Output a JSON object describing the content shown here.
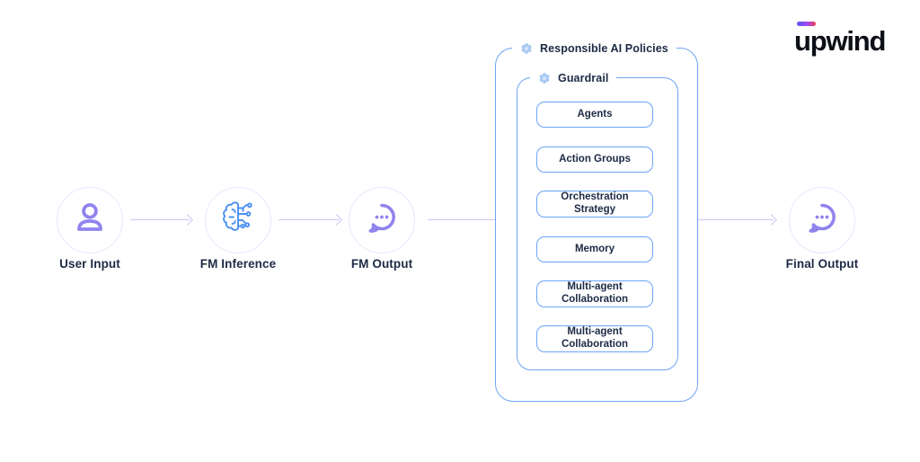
{
  "logo": {
    "text": "upwind",
    "text_color": "#0e1018",
    "accent_gradient": [
      "#5654f0",
      "#a14bf2",
      "#ef3c55"
    ]
  },
  "flow": {
    "nodes": [
      {
        "id": "user-input",
        "label": "User Input",
        "icon": "user-icon"
      },
      {
        "id": "fm-inference",
        "label": "FM Inference",
        "icon": "brain-circuit-icon"
      },
      {
        "id": "fm-output",
        "label": "FM Output",
        "icon": "chat-bubble-icon"
      },
      {
        "id": "final-output",
        "label": "Final Output",
        "icon": "chat-bubble-icon"
      }
    ]
  },
  "policies": {
    "title": "Responsible AI Policies",
    "icon": "rosette-icon"
  },
  "guardrail": {
    "title": "Guardrail",
    "icon": "rosette-icon",
    "items": [
      "Agents",
      "Action Groups",
      "Orchestration Strategy",
      "Memory",
      "Multi-agent Collaboration",
      "Multi-agent Collaboration"
    ]
  },
  "colors": {
    "node_icon_purple": "#9083ee",
    "node_circle_border": "#e9e5fc",
    "arrow": "#cdc5f4",
    "box_border": "#6ba4f5",
    "inference_icon_blue": "#4a90f4",
    "label_icon_blue": "#aac9f5",
    "text_dark": "#1c2a44",
    "background": "#ffffff"
  }
}
